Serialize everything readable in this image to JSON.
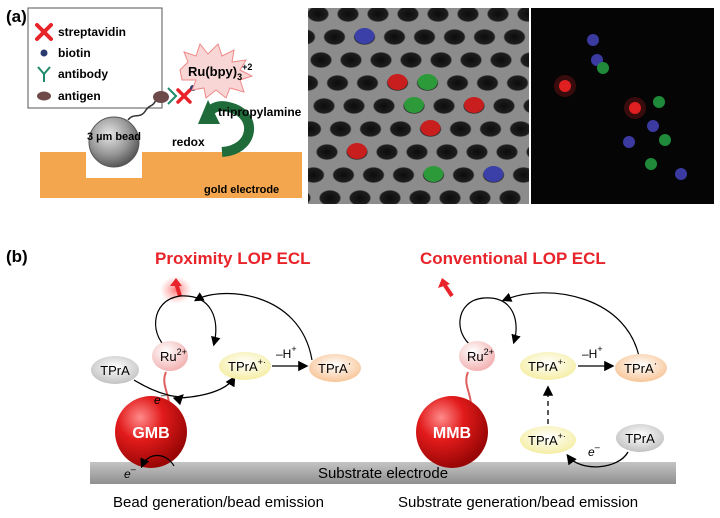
{
  "panel_a": {
    "label": "(a)",
    "legend": {
      "streptavidin": "streptavidin",
      "biotin": "biotin",
      "antibody": "antibody",
      "antigen": "antigen"
    },
    "bead_label": "3 µm bead",
    "ru_label": "Ru(bpy)",
    "ru_sub": "3",
    "ru_sup": "+2",
    "tripropylamine": "tripropylamine",
    "redox": "redox",
    "electrode": "gold electrode"
  },
  "panel_b": {
    "label": "(b)",
    "left": {
      "title": "Proximity LOP ECL",
      "tpra": "TPrA",
      "ru": "Ru",
      "ru_sup": "2+",
      "tpra_radical_cation": "TPrA",
      "tpra_radical_cation_sup": "+·",
      "deprotonation": "–H",
      "deprotonation_sup": "+",
      "tpra_radical": "TPrA",
      "tpra_radical_sup": "·",
      "electron": "e",
      "electron_sup": "–",
      "bead": "GMB",
      "caption": "Bead generation/bead emission"
    },
    "right": {
      "title": "Conventional LOP ECL",
      "ru": "Ru",
      "ru_sup": "2+",
      "tpra_radical_cation_top": "TPrA",
      "tpra_radical_cation_top_sup": "+·",
      "deprotonation": "–H",
      "deprotonation_sup": "+",
      "tpra_radical": "TPrA",
      "tpra_radical_sup": "·",
      "tpra_radical_cation_bottom": "TPrA",
      "tpra_radical_cation_bottom_sup": "+·",
      "tpra": "TPrA",
      "electron": "e",
      "electron_sup": "–",
      "bead": "MMB",
      "caption": "Substrate generation/bead emission"
    },
    "substrate": "Substrate electrode",
    "electron_left": "e",
    "electron_left_sup": "–"
  },
  "colors": {
    "gold": "#f3a64e",
    "ecl_red": "#e8232a",
    "bead_red": "#d81414",
    "substrate_gray": "#a9a9a9",
    "sem_bg": "#8c8c8c",
    "fluor_bg": "#050505"
  }
}
